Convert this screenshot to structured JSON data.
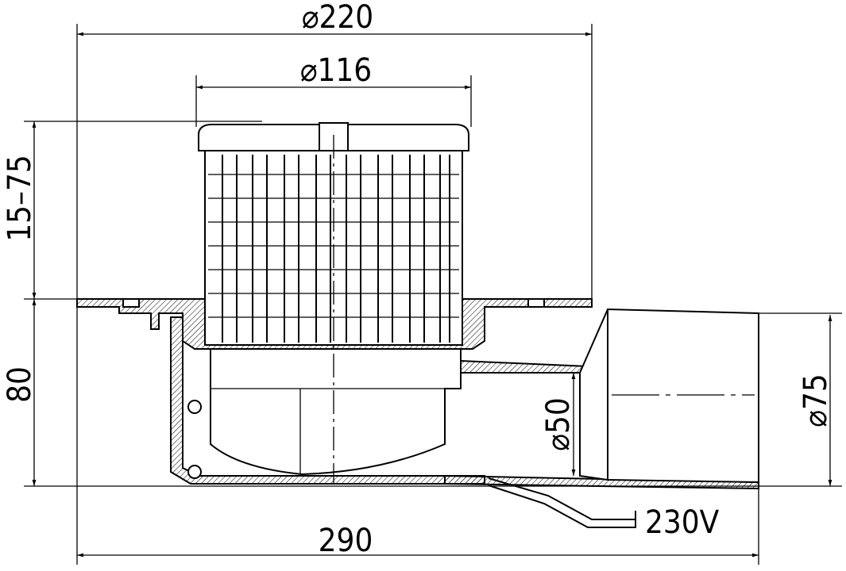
{
  "dimensions": {
    "flange_diameter": "⌀220",
    "grate_diameter": "⌀116",
    "height_adjust": "15–75",
    "body_height": "80",
    "outlet_inner_diameter": "⌀50",
    "outlet_outer_diameter": "⌀75",
    "total_length": "290"
  },
  "labels": {
    "voltage": "230V"
  }
}
